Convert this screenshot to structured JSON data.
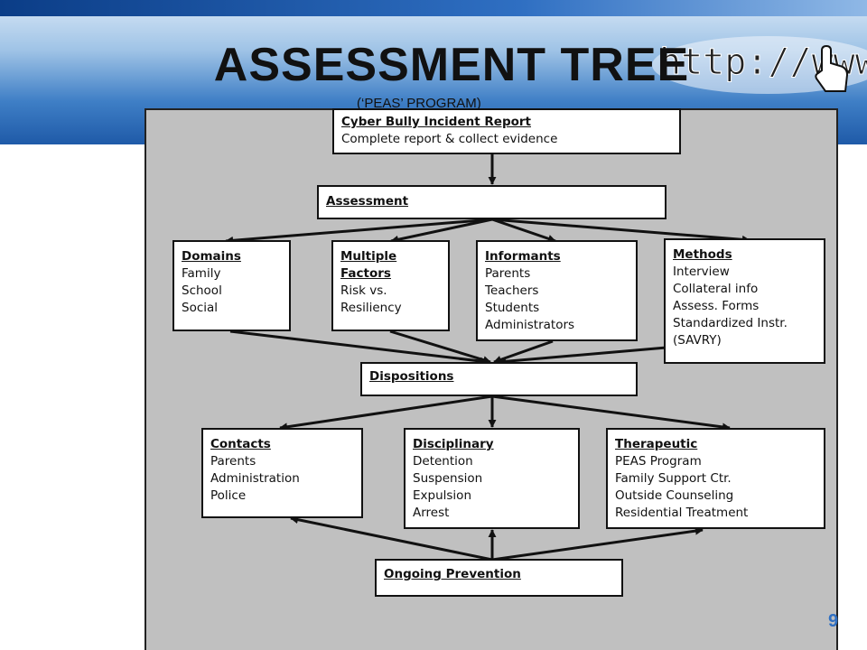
{
  "slide": {
    "title": "ASSESSMENT TREE",
    "subtitle": "(‘PEAS’ PROGRAM)",
    "banner_text": "http://www.",
    "page_number": "9"
  },
  "colors": {
    "panel": "#c0c0c0",
    "box_fill": "#ffffff",
    "stroke": "#111111",
    "banner_blue": "#2f6fc2"
  },
  "nodes": {
    "report": {
      "head": "Cyber Bully Incident Report",
      "items": [
        "Complete report & collect evidence"
      ]
    },
    "assessment": {
      "head": "Assessment",
      "items": []
    },
    "domains": {
      "head": "Domains",
      "items": [
        "Family",
        "School",
        "Social"
      ]
    },
    "factors": {
      "head_lines": [
        "Multiple",
        "Factors"
      ],
      "items": [
        "Risk vs.",
        "Resiliency"
      ]
    },
    "informants": {
      "head": "Informants",
      "items": [
        "Parents",
        "Teachers",
        "Students",
        "Administrators"
      ]
    },
    "methods": {
      "head": "Methods",
      "items": [
        "Interview",
        "Collateral info",
        "Assess. Forms",
        "Standardized Instr.",
        "(SAVRY)"
      ]
    },
    "dispositions": {
      "head": "Dispositions",
      "items": []
    },
    "contacts": {
      "head": "Contacts",
      "items": [
        "Parents",
        "Administration",
        "Police"
      ]
    },
    "disciplinary": {
      "head": "Disciplinary",
      "items": [
        "Detention",
        "Suspension",
        "Expulsion",
        "Arrest"
      ]
    },
    "therapeutic": {
      "head": "Therapeutic",
      "items": [
        "PEAS Program",
        "Family Support Ctr.",
        "Outside Counseling",
        "Residential Treatment"
      ]
    },
    "prevention": {
      "head": "Ongoing Prevention",
      "items": []
    }
  },
  "edges": [
    {
      "from": "report",
      "to": "assessment"
    },
    {
      "from": "assessment",
      "to": "domains"
    },
    {
      "from": "assessment",
      "to": "factors"
    },
    {
      "from": "assessment",
      "to": "informants"
    },
    {
      "from": "assessment",
      "to": "methods"
    },
    {
      "from": "domains",
      "to": "dispositions"
    },
    {
      "from": "factors",
      "to": "dispositions"
    },
    {
      "from": "informants",
      "to": "dispositions"
    },
    {
      "from": "methods",
      "to": "dispositions"
    },
    {
      "from": "dispositions",
      "to": "contacts"
    },
    {
      "from": "dispositions",
      "to": "disciplinary"
    },
    {
      "from": "dispositions",
      "to": "therapeutic"
    },
    {
      "from": "prevention",
      "to": "contacts"
    },
    {
      "from": "prevention",
      "to": "disciplinary"
    },
    {
      "from": "prevention",
      "to": "therapeutic"
    }
  ]
}
